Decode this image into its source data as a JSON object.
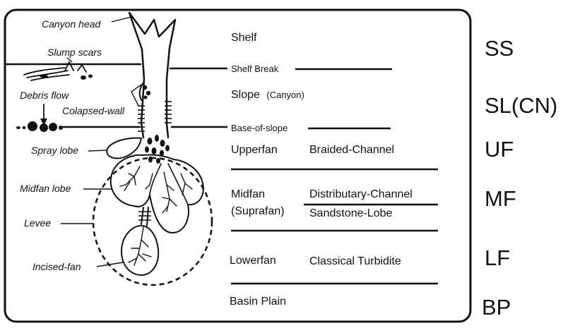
{
  "labels": {
    "canyon_head": "Canyon head",
    "slump_scars": "Slump scars",
    "debris_flow": "Debris flow",
    "collapsed_wall": "Colapsed-wall",
    "spray_lobe": "Spray lobe",
    "midfan_lobe": "Midfan lobe",
    "levee": "Levee",
    "incised_fan": "Incised-fan"
  },
  "zones": {
    "shelf": "Shelf",
    "shelf_break": "Shelf Break",
    "slope": "Slope",
    "slope_note": "(Canyon)",
    "base_of_slope": "Base-of-slope",
    "upperfan": "Upperfan",
    "upperfan_desc": "Braided-Channel",
    "midfan": "Midfan",
    "midfan_sub": "(Suprafan)",
    "midfan_desc1": "Distributary-Channel",
    "midfan_desc2": "Sandstone-Lobe",
    "lowerfan": "Lowerfan",
    "lowerfan_desc": "Classical Turbidite",
    "basin_plain": "Basin Plain"
  },
  "codes": {
    "ss": "SS",
    "sl": "SL(CN)",
    "uf": "UF",
    "mf": "MF",
    "lf": "LF",
    "bp": "BP"
  }
}
